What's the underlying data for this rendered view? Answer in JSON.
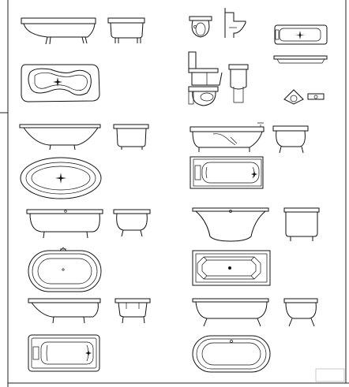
{
  "sheet": {
    "title": "",
    "symbols": [
      {
        "id": "corner-bath-elevation-front",
        "kind": "elevation"
      },
      {
        "id": "corner-bath-elevation-side",
        "kind": "elevation"
      },
      {
        "id": "toilet-plan",
        "kind": "plan"
      },
      {
        "id": "toilet-side",
        "kind": "elevation"
      },
      {
        "id": "bathtub-plan-small",
        "kind": "plan"
      },
      {
        "id": "shelf-elevation",
        "kind": "elevation"
      },
      {
        "id": "freeform-bath-plan",
        "kind": "plan"
      },
      {
        "id": "toilet-cistern-elevations",
        "kind": "elevation"
      },
      {
        "id": "corner-basin-plan",
        "kind": "plan"
      },
      {
        "id": "oval-bath-elevation",
        "kind": "elevation"
      },
      {
        "id": "oval-bath-plan",
        "kind": "plan"
      },
      {
        "id": "whirlpool-bath-elevation",
        "kind": "elevation"
      },
      {
        "id": "whirlpool-bath-plan",
        "kind": "plan"
      },
      {
        "id": "clawfoot-bath-elevation",
        "kind": "elevation"
      },
      {
        "id": "clawfoot-bath-plan",
        "kind": "plan"
      },
      {
        "id": "pedestal-bath-elevation",
        "kind": "elevation"
      },
      {
        "id": "rect-bath-plan",
        "kind": "plan"
      },
      {
        "id": "slipper-bath-elevation",
        "kind": "elevation"
      },
      {
        "id": "hand-shower-bath-plan",
        "kind": "plan"
      },
      {
        "id": "freestanding-bath-elevation",
        "kind": "elevation"
      },
      {
        "id": "freestanding-bath-plan",
        "kind": "plan"
      }
    ]
  }
}
